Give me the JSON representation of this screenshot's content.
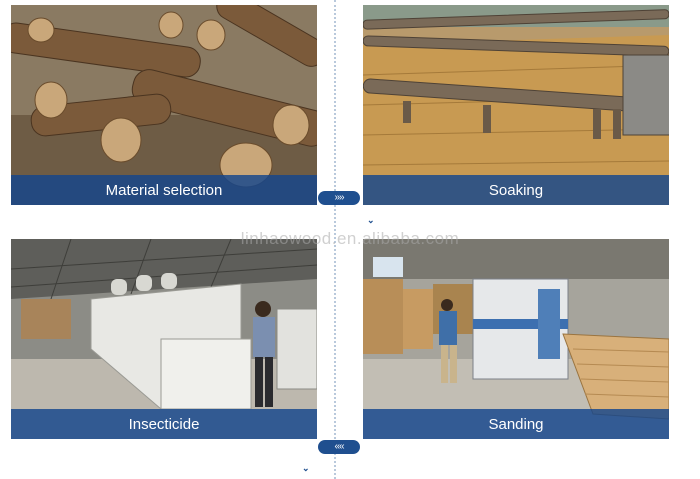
{
  "steps": [
    {
      "caption": "Material selection"
    },
    {
      "caption": "Soaking"
    },
    {
      "caption": "Insecticide"
    },
    {
      "caption": "Sanding"
    }
  ],
  "arrows": {
    "right": "»»",
    "left": "««",
    "down": "⌄"
  },
  "watermark": "linhaowood.en.alibaba.com",
  "colors": {
    "caption_bar": "#14468c",
    "arrow_pill": "#1f4f8f"
  }
}
